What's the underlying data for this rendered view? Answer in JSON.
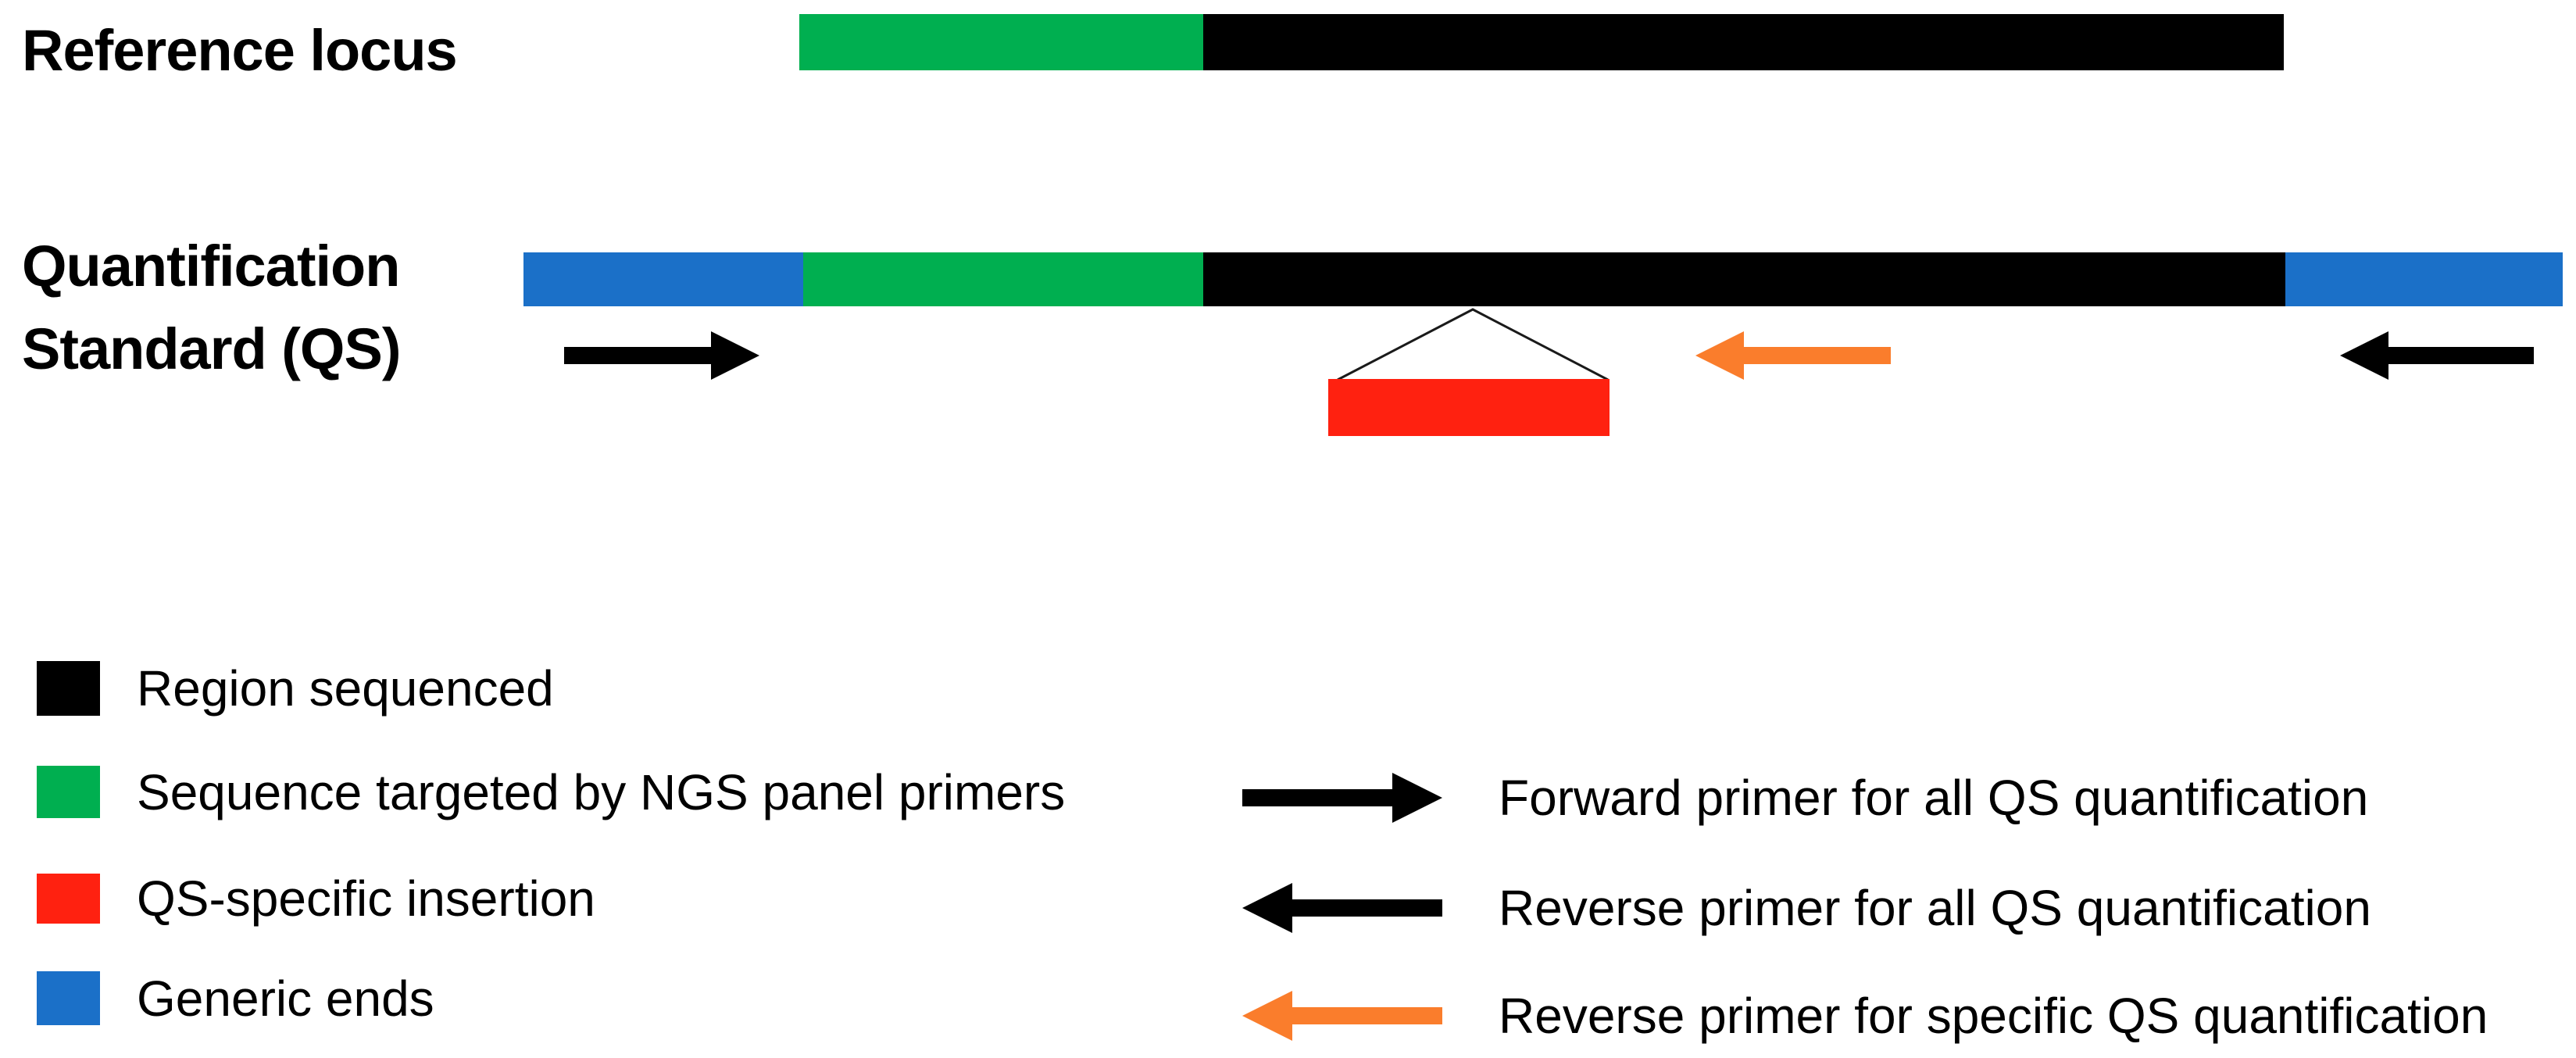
{
  "colors": {
    "black": "#000000",
    "green": "#00AF50",
    "blue": "#1B70C8",
    "red": "#FF2110",
    "orange": "#FA7D2C",
    "line": "#1a1a1a"
  },
  "rows": {
    "reference": {
      "label": "Reference locus"
    },
    "qs": {
      "label_line1": "Quantification",
      "label_line2": "Standard (QS)"
    }
  },
  "diagram": {
    "reference_bar_segments": [
      "green",
      "black"
    ],
    "qs_bar_segments": [
      "blue",
      "green",
      "black",
      "blue"
    ],
    "insertion_swatch": "red"
  },
  "legend": {
    "left": [
      {
        "swatch": "black",
        "label": "Region sequenced"
      },
      {
        "swatch": "green",
        "label": "Sequence targeted by NGS panel primers"
      },
      {
        "swatch": "red",
        "label": "QS-specific insertion"
      },
      {
        "swatch": "blue",
        "label": "Generic ends"
      }
    ],
    "right": [
      {
        "icon": "forward-arrow-black",
        "label": "Forward primer for all QS quantification"
      },
      {
        "icon": "reverse-arrow-black",
        "label": "Reverse primer for all QS quantification"
      },
      {
        "icon": "reverse-arrow-orange",
        "label": "Reverse primer for specific QS quantification"
      }
    ]
  }
}
